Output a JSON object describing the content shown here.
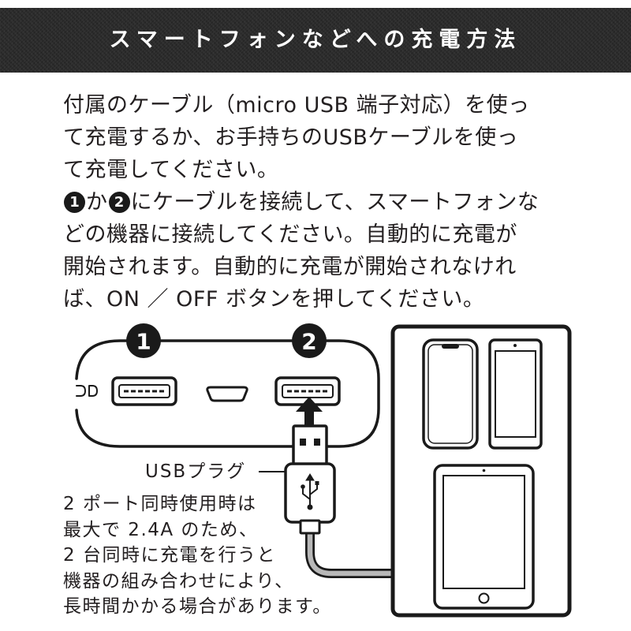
{
  "header": {
    "title": "スマートフォンなどへの充電方法"
  },
  "instructions": {
    "lines": [
      "付属のケーブル（micro USB 端子対応）を使っ",
      "て充電するか、お手持ちのUSBケーブルを使っ",
      "て充電してください。",
      {
        "badge_1": "1",
        "text_1": "か",
        "badge_2": "2",
        "text_2": "にケーブルを接続して、スマートフォンな"
      },
      "どの機器に接続してください。自動的に充電が",
      "開始されます。自動的に充電が開始されなけれ",
      "ば、ON ／ OFF ボタンを押してください。"
    ]
  },
  "diagram": {
    "port_labels": [
      "1",
      "2"
    ],
    "usb_plug_label": "USBプラグ",
    "note_lines": [
      "2 ポート同時使用時は",
      "最大で 2.4A のため、",
      "2 台同時に充電を行うと",
      "機器の組み合わせにより、",
      "長時間かかる場合があります。"
    ]
  },
  "icons": {
    "plug_symbol": "usb-icon",
    "insert_direction": "arrow-up-icon",
    "device_1": "smartphone-icon",
    "device_2": "smartphone-icon",
    "device_3": "tablet-icon"
  },
  "colors": {
    "header_background": "#2b2b2b",
    "header_text": "#ffffff",
    "text": "#231f20",
    "line_art": "#1a1a1a",
    "cable": "#b8b8b8"
  }
}
